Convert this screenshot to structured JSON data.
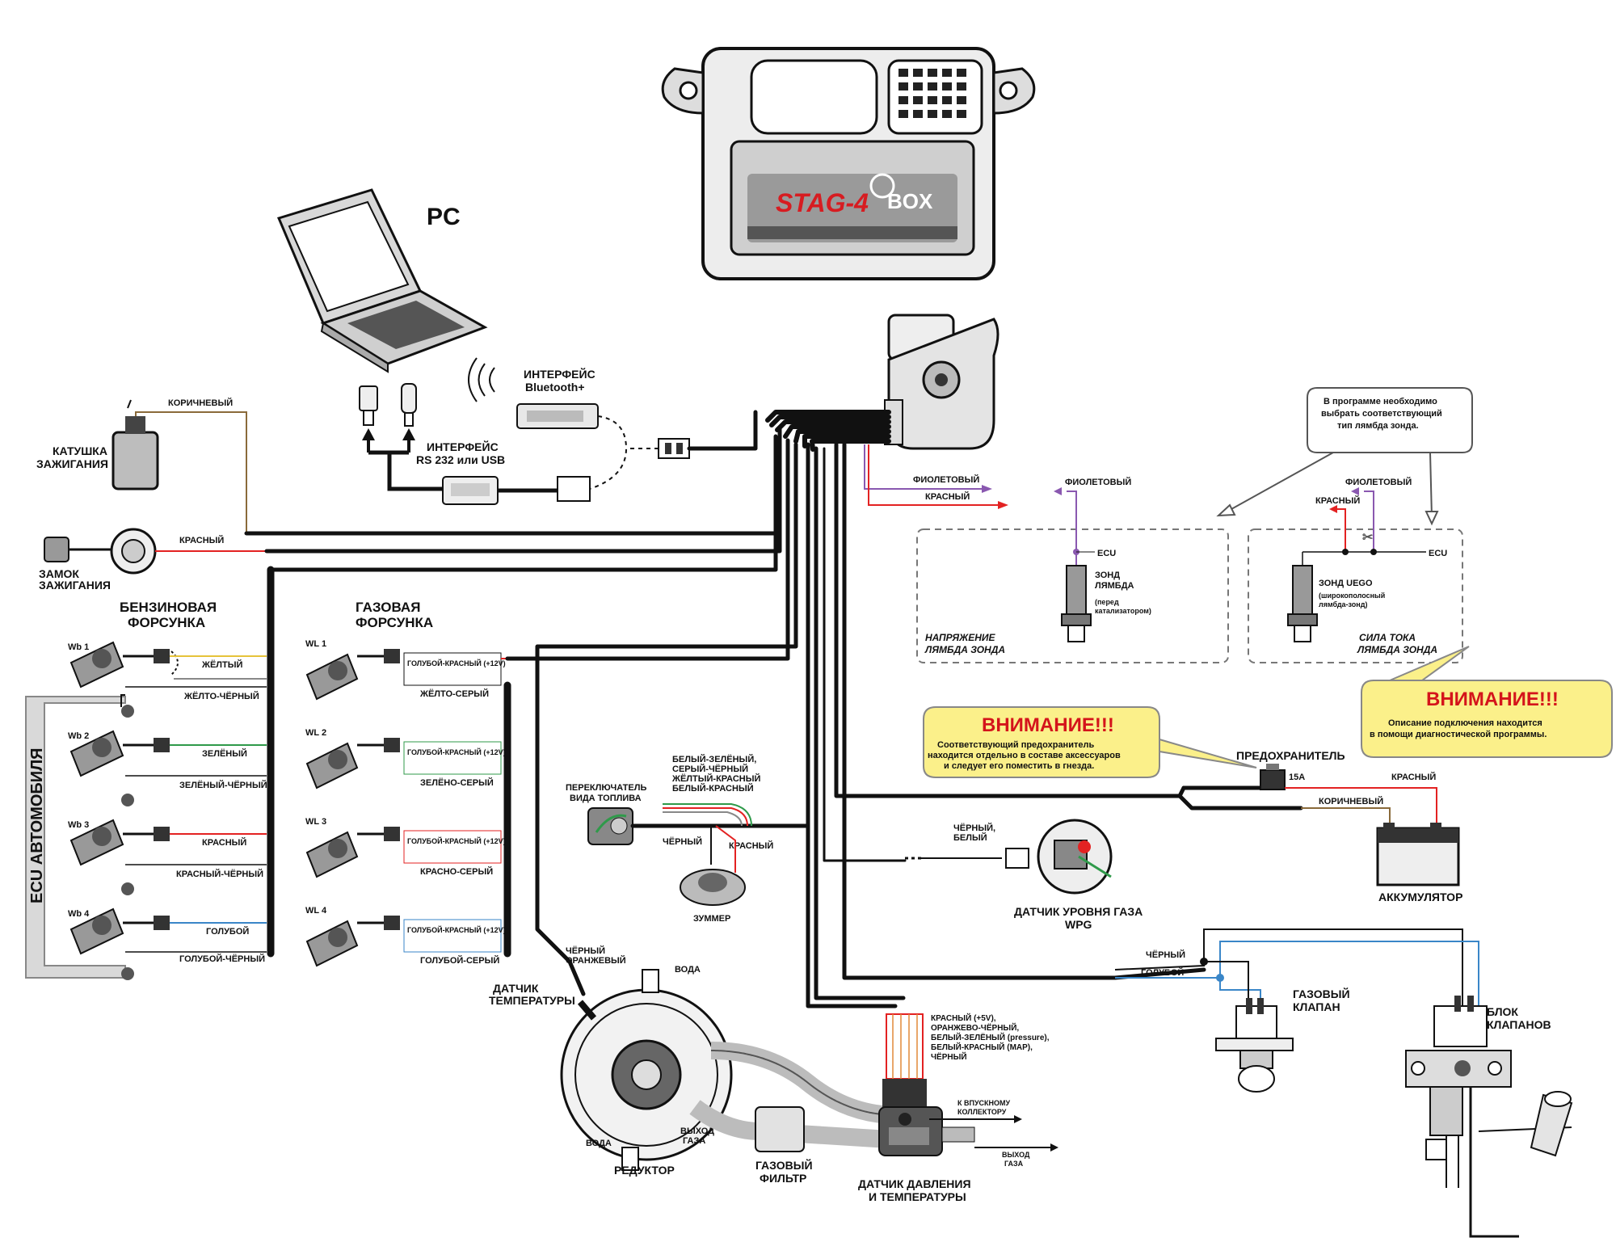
{
  "labels": {
    "pc": "PC",
    "interface_bt": "ИНТЕРФЕЙС Bluetooth+",
    "interface_usb": "ИНТЕРФЕЙС RS 232 или USB",
    "coil": "КАТУШКА ЗАЖИГАНИЯ",
    "coil_wire": "КОРИЧНЕВЫЙ",
    "ignition": "ЗАМОК ЗАЖИГАНИЯ",
    "ignition_wire": "КРАСНЫЙ",
    "petrol_injector": "БЕНЗИНОВАЯ ФОРСУНКА",
    "gas_injector": "ГАЗОВАЯ ФОРСУНКА",
    "ecu_car": "ECU АВТОМОБИЛЯ",
    "fuel_switch": "ПЕРЕКЛЮЧАТЕЛЬ ВИДА ТОПЛИВА",
    "fuel_switch_wires": [
      "БЕЛЫЙ-ЗЕЛЁНЫЙ,",
      "СЕРЫЙ-ЧЁРНЫЙ",
      "ЖЁЛТЫЙ-КРАСНЫЙ",
      "БЕЛЫЙ-КРАСНЫЙ"
    ],
    "black": "ЧЁРНЫЙ",
    "red": "КРАСНЫЙ",
    "buzzer": "ЗУММЕР",
    "temp_sensor": "ДАТЧИК ТЕМПЕРАТУРЫ",
    "temp_sensor_wires": "ЧЁРНЫЙ ОРАНЖЕВЫЙ",
    "water": "ВОДА",
    "reducer": "РЕДУКТОР",
    "gas_filter": "ГАЗОВЫЙ ФИЛЬТР",
    "gas_out": "ВЫХОД ГАЗА",
    "pressure_sensor": "ДАТЧИК ДАВЛЕНИЯ И ТЕМПЕРАТУРЫ",
    "pressure_wires": "КРАСНЫЙ (+5V), ОРАНЖЕВО-ЧЁРНЫЙ, БЕЛЫЙ-ЗЕЛЁНЫЙ (pressure), БЕЛЫЙ-КРАСНЫЙ (MAP), ЧЁРНЫЙ",
    "to_manifold": "К ВПУСКНОМУ КОЛЛЕКТОРУ",
    "gas_level": "ДАТЧИК УРОВНЯ ГАЗА WPG",
    "gas_level_wires": "ЧЁРНЫЙ, БЕЛЫЙ",
    "gas_valve": "ГАЗОВЫЙ КЛАПАН",
    "valve_block": "БЛОК КЛАПАНОВ",
    "wire_black": "ЧЁРНЫЙ",
    "wire_blue": "ГОЛУБОЙ",
    "fuse": "ПРЕДОХРАНИТЕЛЬ",
    "fuse_rating": "15A",
    "battery": "АККУМУЛЯТОР",
    "battery_red": "КРАСНЫЙ",
    "battery_brown": "КОРИЧНЕВЫЙ",
    "violet": "ФИОЛЕТОВЫЙ",
    "ecu": "ECU",
    "lambda_voltage": "НАПРЯЖЕНИЕ ЛЯМБДА ЗОНДА",
    "lambda_probe": "ЗОНД ЛЯМБДА",
    "lambda_probe_note": "(перед катализатором)",
    "lambda_current": "СИЛА ТОКА ЛЯМБДА ЗОНДА",
    "uego_probe": "ЗОНД UEGO",
    "uego_note": "(широкополосный лямбда-зонд)",
    "program_note": "В программе необходимо выбрать соответствующий тип лямбда зонда.",
    "warning1_title": "ВНИМАНИЕ!!!",
    "warning1_text": "Соответствующий предохранитель находится отдельно в составе аксессуаров и следует его поместить в гнезда.",
    "warning2_title": "ВНИМАНИЕ!!!",
    "warning2_text": "Описание подключения находится в помощи диагностической программы.",
    "stag_model": "STAG-4",
    "stag_box": "BOX",
    "petrol_injectors": [
      {
        "id": "Wb 1",
        "wire1": "ЖЁЛТЫЙ",
        "wire2": "ЖЁЛТО-ЧЁРНЫЙ"
      },
      {
        "id": "Wb 2",
        "wire1": "ЗЕЛЁНЫЙ",
        "wire2": "ЗЕЛЁНЫЙ-ЧЁРНЫЙ"
      },
      {
        "id": "Wb 3",
        "wire1": "КРАСНЫЙ",
        "wire2": "КРАСНЫЙ-ЧЁРНЫЙ"
      },
      {
        "id": "Wb 4",
        "wire1": "ГОЛУБОЙ",
        "wire2": "ГОЛУБОЙ-ЧЁРНЫЙ"
      }
    ],
    "gas_injectors": [
      {
        "id": "WL 1",
        "wire1": "ГОЛУБОЙ-КРАСНЫЙ (+12V)",
        "wire2": "ЖЁЛТО-СЕРЫЙ"
      },
      {
        "id": "WL 2",
        "wire1": "ГОЛУБОЙ-КРАСНЫЙ (+12V)",
        "wire2": "ЗЕЛЁНО-СЕРЫЙ"
      },
      {
        "id": "WL 3",
        "wire1": "ГОЛУБОЙ-КРАСНЫЙ (+12V)",
        "wire2": "КРАСНО-СЕРЫЙ"
      },
      {
        "id": "WL 4",
        "wire1": "ГОЛУБОЙ-КРАСНЫЙ (+12V)",
        "wire2": "ГОЛУБОЙ-СЕРЫЙ"
      }
    ]
  },
  "colors": {
    "wire": "#111111",
    "violet": "#8a58b0",
    "red": "#e32222",
    "blue": "#3a86c8",
    "yellow": "#e6c33a",
    "green": "#2f9a4a",
    "brown": "#8a6a3a",
    "warning_bg": "#fbf08a",
    "warning_title": "#d4141b",
    "ecu_panel": "#d9d9d9"
  }
}
